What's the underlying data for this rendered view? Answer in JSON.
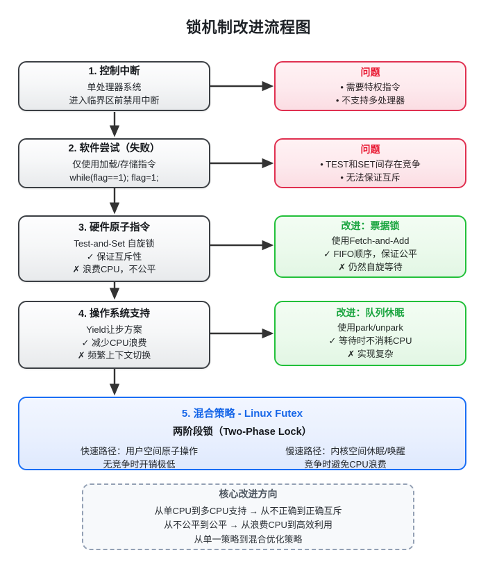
{
  "title": "锁机制改进流程图",
  "stages": [
    {
      "id": "stage-1",
      "title": "1. 控制中断",
      "lines": [
        "单处理器系统",
        "进入临界区前禁用中断"
      ]
    },
    {
      "id": "stage-2",
      "title": "2. 软件尝试（失败）",
      "lines": [
        "仅使用加载/存储指令",
        "while(flag==1); flag=1;"
      ]
    },
    {
      "id": "stage-3",
      "title": "3. 硬件原子指令",
      "lines": [
        "Test-and-Set 自旋锁",
        "✓ 保证互斥性",
        "✗ 浪费CPU，不公平"
      ]
    },
    {
      "id": "stage-4",
      "title": "4. 操作系统支持",
      "lines": [
        "Yield让步方案",
        "✓ 减少CPU浪费",
        "✗ 频繁上下文切换"
      ]
    }
  ],
  "side_notes": [
    {
      "id": "note-1",
      "kind": "problem",
      "title": "问题",
      "lines": [
        "• 需要特权指令",
        "• 不支持多处理器"
      ]
    },
    {
      "id": "note-2",
      "kind": "problem",
      "title": "问题",
      "lines": [
        "• TEST和SET间存在竞争",
        "• 无法保证互斥"
      ]
    },
    {
      "id": "note-3",
      "kind": "improvement",
      "title": "改进：票据锁",
      "lines": [
        "使用Fetch-and-Add",
        "✓ FIFO顺序，保证公平",
        "✗ 仍然自旋等待"
      ]
    },
    {
      "id": "note-4",
      "kind": "improvement",
      "title": "改进：队列休眠",
      "lines": [
        "使用park/unpark",
        "✓ 等待时不消耗CPU",
        "✗ 实现复杂"
      ]
    }
  ],
  "futex": {
    "title_prefix": "5. 混合策略",
    "title_suffix": " - Linux Futex",
    "subtitle": "两阶段锁（Two-Phase Lock）",
    "fast_path": [
      "快速路径：用户空间原子操作",
      "无竞争时开销极低"
    ],
    "slow_path": [
      "慢速路径：内核空间休眠/唤醒",
      "竞争时避免CPU浪费"
    ]
  },
  "summary": {
    "title": "核心改进方向",
    "lines": [
      "从单CPU到多CPU支持 → 从不正确到正确互斥",
      "从不公平到公平 → 从浪费CPU到高效利用",
      "从单一策略到混合优化策略"
    ]
  },
  "colors": {
    "stage_border": "#3b3f44",
    "problem_border": "#e03050",
    "problem_text": "#e8152f",
    "improve_border": "#22c03a",
    "improve_text": "#16a33c",
    "futex_border": "#1a6ef5",
    "futex_text": "#1666e8",
    "summary_border": "#93a0b4",
    "arrow": "#333333"
  }
}
